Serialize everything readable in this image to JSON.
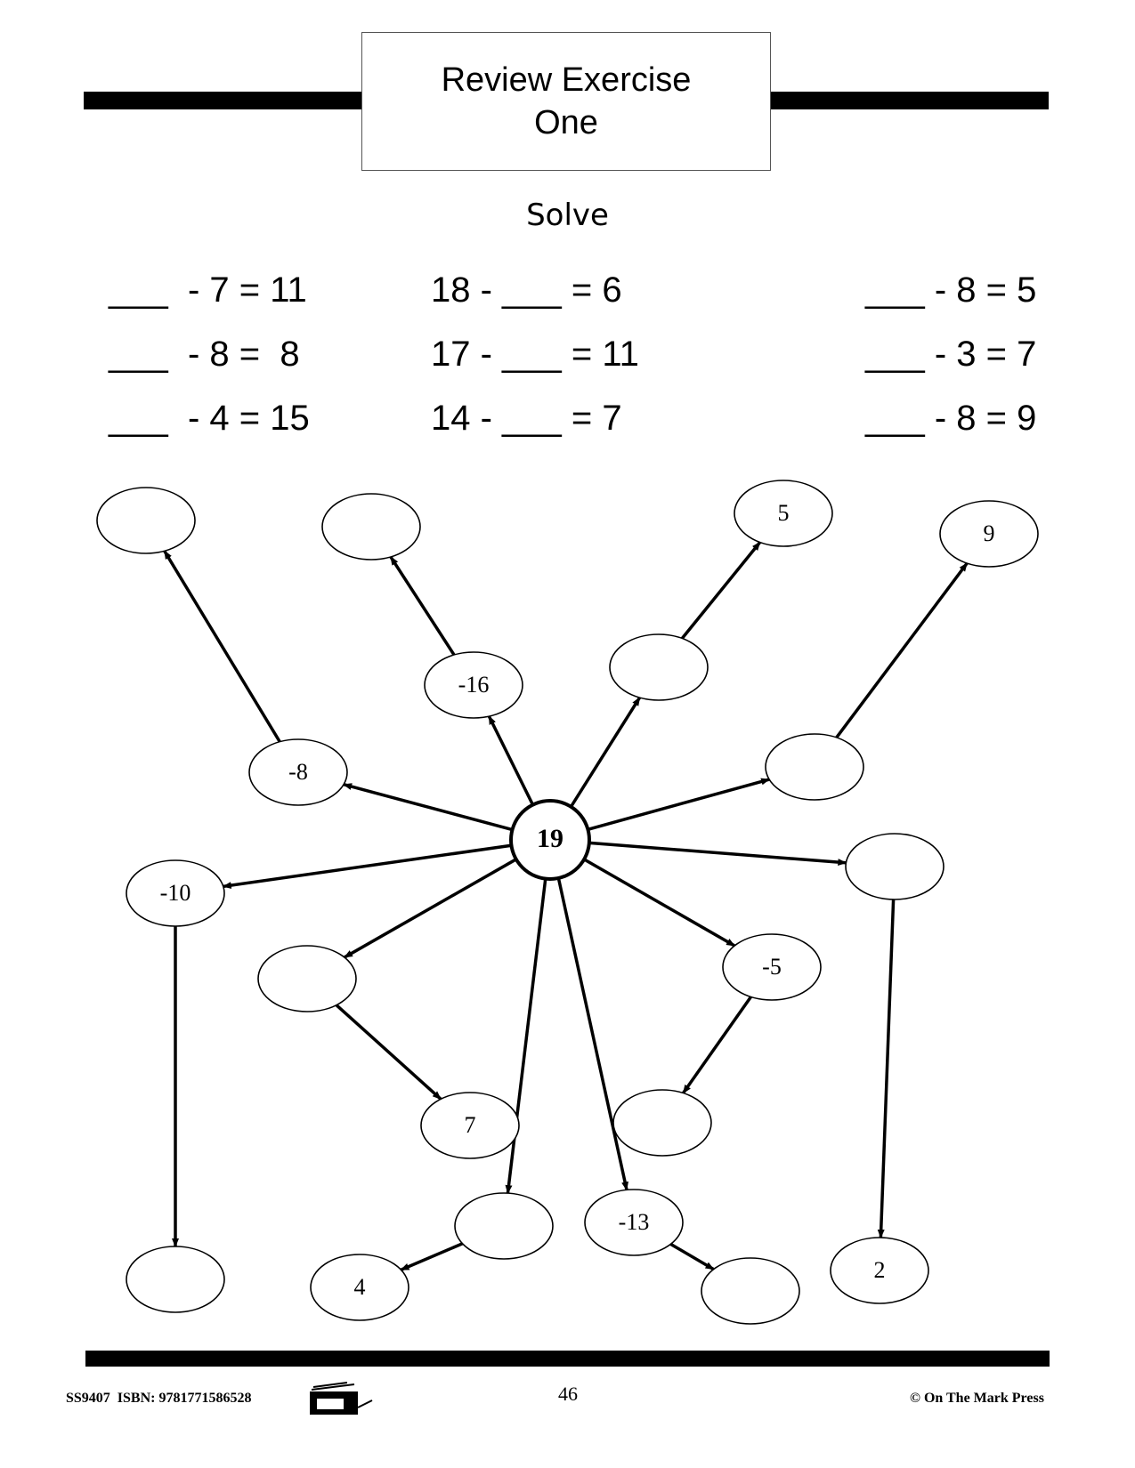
{
  "title": {
    "line1": "Review Exercise",
    "line2": "One"
  },
  "instruction": "Solve",
  "equations": {
    "left": [
      "___  - 7 = 11",
      "___  - 8 =  8",
      "___  - 4 = 15"
    ],
    "middle": [
      "18 - ___ = 6",
      "17 - ___ = 11",
      "14 - ___ = 7"
    ],
    "right": [
      "___ - 8 = 5",
      "___ - 3 = 7",
      "___ - 8 = 9"
    ]
  },
  "diagram": {
    "center": "19",
    "labels": {
      "n_minus8": "-8",
      "n_minus16": "-16",
      "n_5": "5",
      "n_9": "9",
      "n_minus10": "-10",
      "n_minus5": "-5",
      "n_7": "7",
      "n_4": "4",
      "n_minus13": "-13",
      "n_2": "2"
    }
  },
  "footer": {
    "code": "SS9407  ISBN: 9781771586528",
    "page": "46",
    "publisher": "© On The Mark Press"
  }
}
